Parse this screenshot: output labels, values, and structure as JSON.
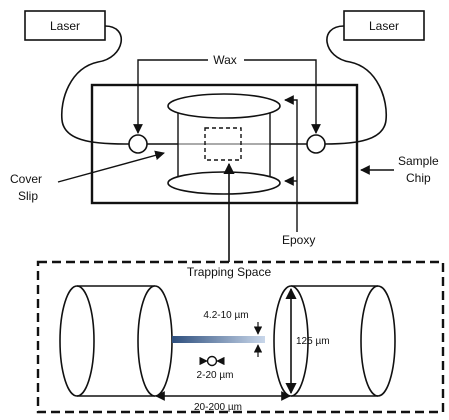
{
  "labels": {
    "laser_left": "Laser",
    "laser_right": "Laser",
    "wax": "Wax",
    "cover_slip_line1": "Cover",
    "cover_slip_line2": "Slip",
    "sample_chip_line1": "Sample",
    "sample_chip_line2": "Chip",
    "epoxy": "Epoxy",
    "trapping_space": "Trapping Space",
    "gap_height": "4.2-10 µm",
    "particle_size": "2-20 µm",
    "fiber_diameter": "125 µm",
    "fiber_separation": "20-200 µm"
  },
  "colors": {
    "stroke": "#111111",
    "beam_dark": "#2e4f7e",
    "beam_light": "#c9d7ea",
    "background": "#ffffff"
  }
}
